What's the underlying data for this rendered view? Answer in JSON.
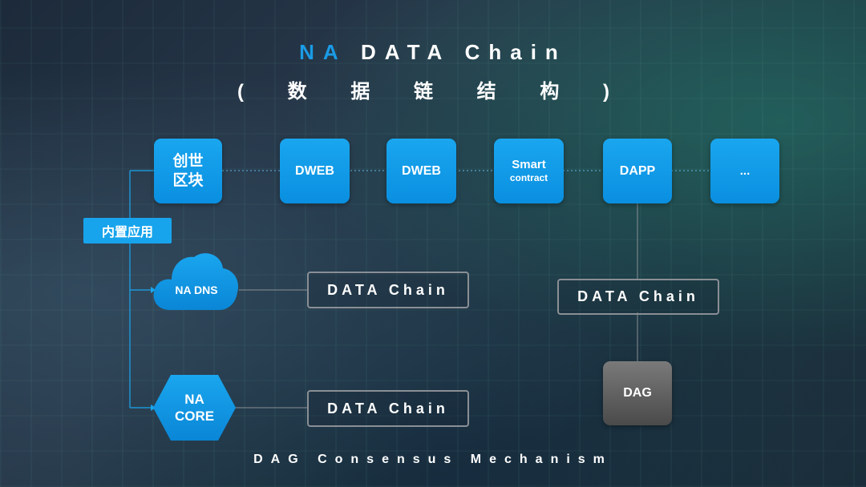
{
  "title": {
    "accent": "NA",
    "rest": "DATA Chain"
  },
  "subtitle": "( 数 据 链 结 构 )",
  "top_chain": [
    {
      "line1": "创世",
      "line2": "区块"
    },
    {
      "line1": "DWEB",
      "line2": ""
    },
    {
      "line1": "DWEB",
      "line2": ""
    },
    {
      "line1": "Smart",
      "line2": "contract"
    },
    {
      "line1": "DAPP",
      "line2": ""
    },
    {
      "line1": "...",
      "line2": ""
    }
  ],
  "builtin_label": "内置应用",
  "dns_label": "NA DNS",
  "core_label": {
    "line1": "NA",
    "line2": "CORE"
  },
  "chain_box_dns": "DATA Chain",
  "chain_box_core": "DATA Chain",
  "chain_box_dapp": "DATA Chain",
  "dag_label": "DAG",
  "footer": "DAG Consensus Mechanism",
  "colors": {
    "accent_blue": "#1a9be6",
    "node_blue": "#0a8fe0",
    "dag_gray": "#5a5a5a",
    "box_border": "#8a8f95"
  }
}
